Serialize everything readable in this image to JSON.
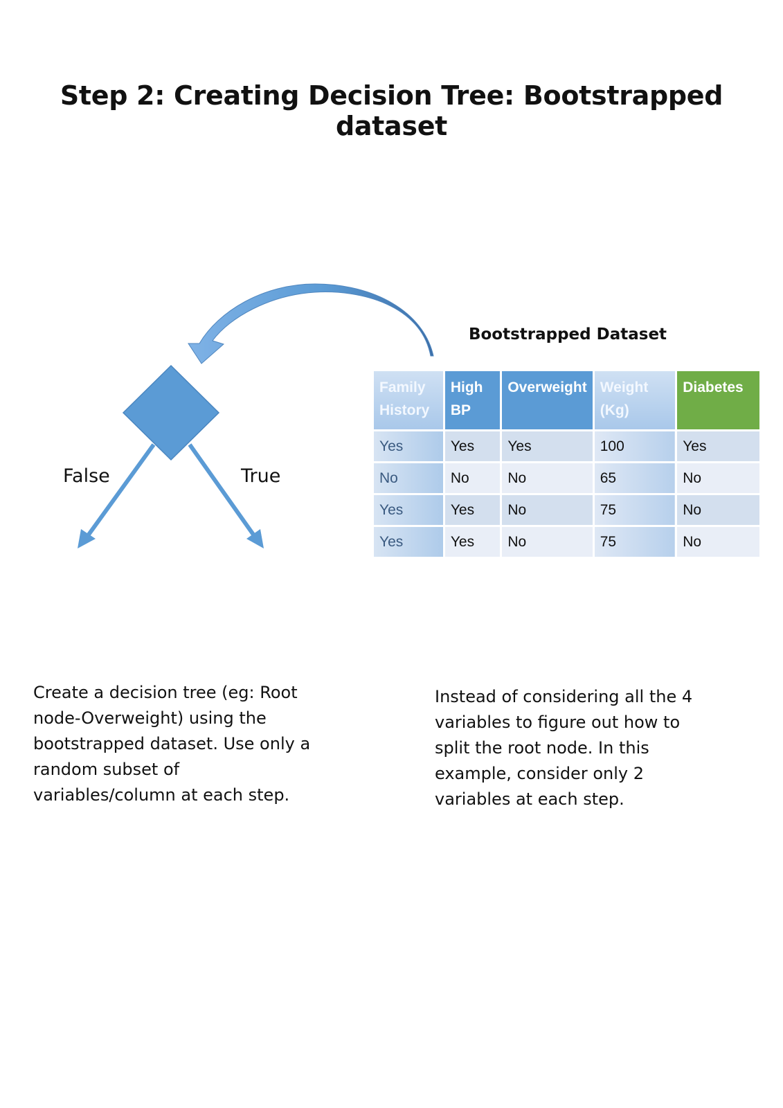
{
  "title": "Step 2: Creating Decision Tree: Bootstrapped dataset",
  "diagram": {
    "false_label": "False",
    "true_label": "True",
    "colors": {
      "node": "#5b9bd5",
      "arrow": "#5b9bd5"
    }
  },
  "dataset": {
    "title": "Bootstrapped Dataset",
    "headers": [
      "Family History",
      "High BP",
      "Overweight",
      "Weight (Kg)",
      "Diabetes"
    ],
    "rows": [
      [
        "Yes",
        "Yes",
        "Yes",
        "100",
        "Yes"
      ],
      [
        "No",
        "No",
        "No",
        "65",
        "No"
      ],
      [
        "Yes",
        "Yes",
        "No",
        "75",
        "No"
      ],
      [
        "Yes",
        "Yes",
        "No",
        "75",
        "No"
      ]
    ]
  },
  "text_left": "Create a decision tree (eg: Root node-Overweight) using the bootstrapped dataset. Use only a random subset of variables/column at each step.",
  "text_right": "Instead of considering all the 4 variables to figure out how to split the root node. In this example, consider only 2 variables at each step."
}
